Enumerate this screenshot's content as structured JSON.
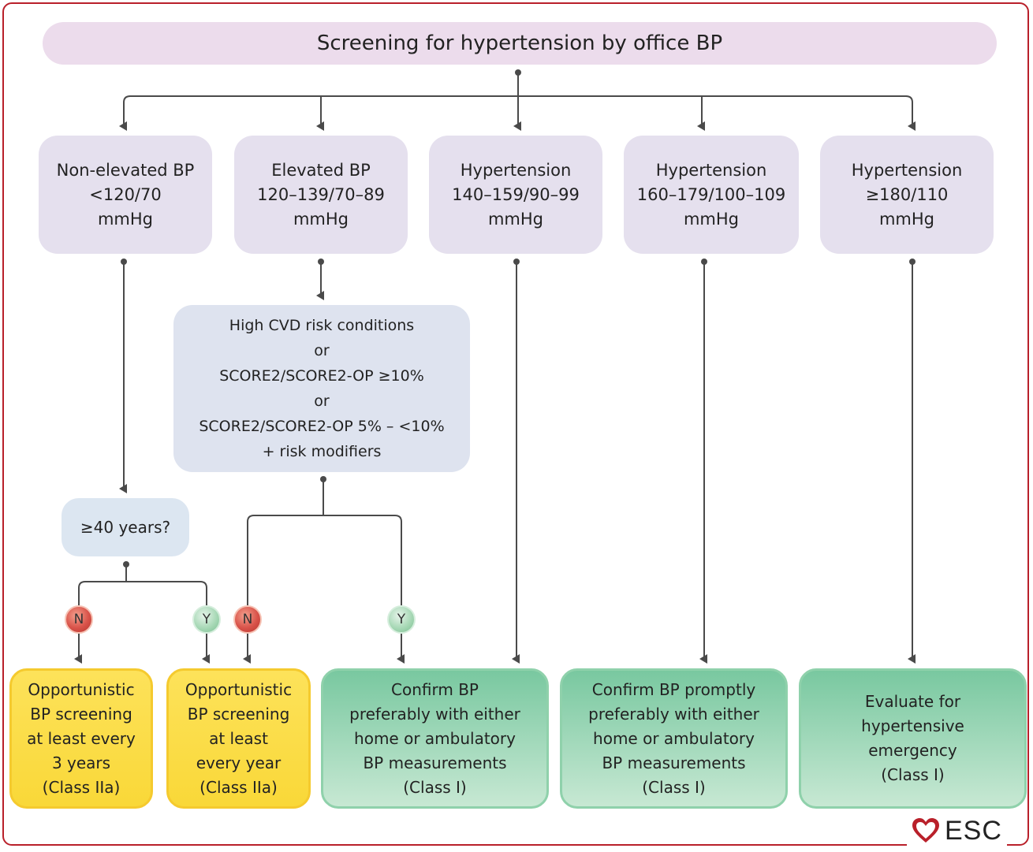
{
  "header": {
    "title": "Screening for hypertension by office BP"
  },
  "categories": [
    {
      "lines": [
        "Non-elevated BP",
        "<120/70",
        "mmHg"
      ]
    },
    {
      "lines": [
        "Elevated BP",
        "120–139/70–89",
        "mmHg"
      ]
    },
    {
      "lines": [
        "Hypertension",
        "140–159/90–99",
        "mmHg"
      ]
    },
    {
      "lines": [
        "Hypertension",
        "160–179/100–109",
        "mmHg"
      ]
    },
    {
      "lines": [
        "Hypertension",
        "≥180/110",
        "mmHg"
      ]
    }
  ],
  "risk_box": {
    "lines": [
      "High CVD risk conditions",
      "or",
      "SCORE2/SCORE2-OP ≥10%",
      "or",
      "SCORE2/SCORE2-OP 5% – <10%",
      "+ risk modifiers"
    ]
  },
  "age_box": {
    "label": "≥40 years?"
  },
  "decisions": {
    "no": "N",
    "yes": "Y"
  },
  "outcomes": [
    {
      "lines": [
        "Opportunistic",
        "BP screening",
        "at least every",
        "3 years",
        "(Class IIa)"
      ]
    },
    {
      "lines": [
        "Opportunistic",
        "BP screening",
        "at least",
        "every year",
        "(Class IIa)"
      ]
    },
    {
      "lines": [
        "Confirm BP",
        "preferably with either",
        "home or ambulatory",
        "BP measurements",
        "(Class I)"
      ]
    },
    {
      "lines": [
        "Confirm BP promptly",
        "preferably with either",
        "home or ambulatory",
        "BP measurements",
        "(Class I)"
      ]
    },
    {
      "lines": [
        "Evaluate for",
        "hypertensive",
        "emergency",
        "(Class I)"
      ]
    }
  ],
  "logo": {
    "text": "ESC"
  },
  "colors": {
    "frame": "#b9202a",
    "connector": "#4a4a4a",
    "header_fill": "#ecdcec",
    "category_fill": "#e5e0ee",
    "risk_fill": "#dee3ef",
    "age_fill": "#dce6f1",
    "outcome_yellow": "#f9d838",
    "outcome_green": "#79c8a0"
  }
}
